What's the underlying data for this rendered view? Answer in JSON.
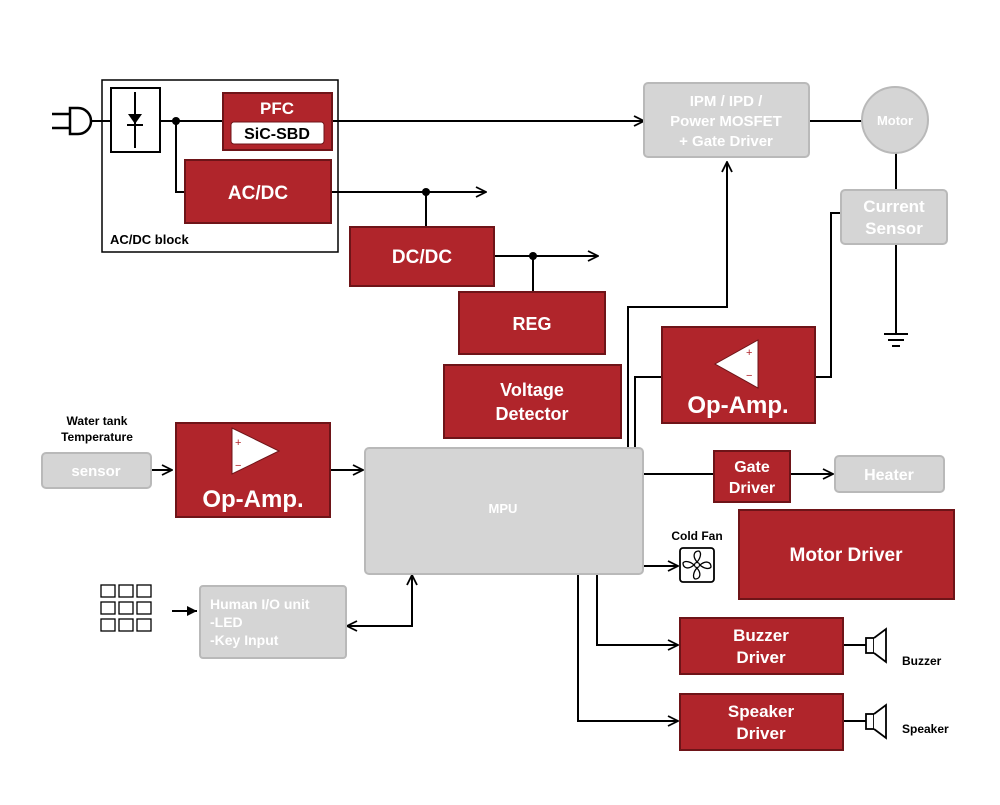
{
  "blocks": {
    "pfc": "PFC",
    "sic_sbd": "SiC-SBD",
    "acdc": "AC/DC",
    "acdc_block_label": "AC/DC block",
    "dcdc": "DC/DC",
    "reg": "REG",
    "voltage_detector": [
      "Voltage",
      "Detector"
    ],
    "ipm": [
      "IPM / IPD /",
      "Power MOSFET",
      "+ Gate Driver"
    ],
    "motor": "Motor",
    "current_sensor": [
      "Current",
      "Sensor"
    ],
    "opamp_right": "Op-Amp.",
    "opamp_left": "Op-Amp.",
    "water_tank_label": [
      "Water tank",
      "Temperature"
    ],
    "sensor": "sensor",
    "mpu": "MPU",
    "gate_driver": [
      "Gate",
      "Driver"
    ],
    "heater": "Heater",
    "cold_fan": "Cold Fan",
    "motor_driver": "Motor Driver",
    "human_io": [
      "Human I/O unit",
      "-LED",
      "-Key Input"
    ],
    "buzzer_driver": [
      "Buzzer",
      "Driver"
    ],
    "buzzer": "Buzzer",
    "speaker_driver": [
      "Speaker",
      "Driver"
    ],
    "speaker": "Speaker"
  },
  "opamp_signs": {
    "plus": "+",
    "minus": "−"
  },
  "colors": {
    "red_block": "#b0252b",
    "grey_block": "#d5d5d5",
    "line": "#000000"
  }
}
